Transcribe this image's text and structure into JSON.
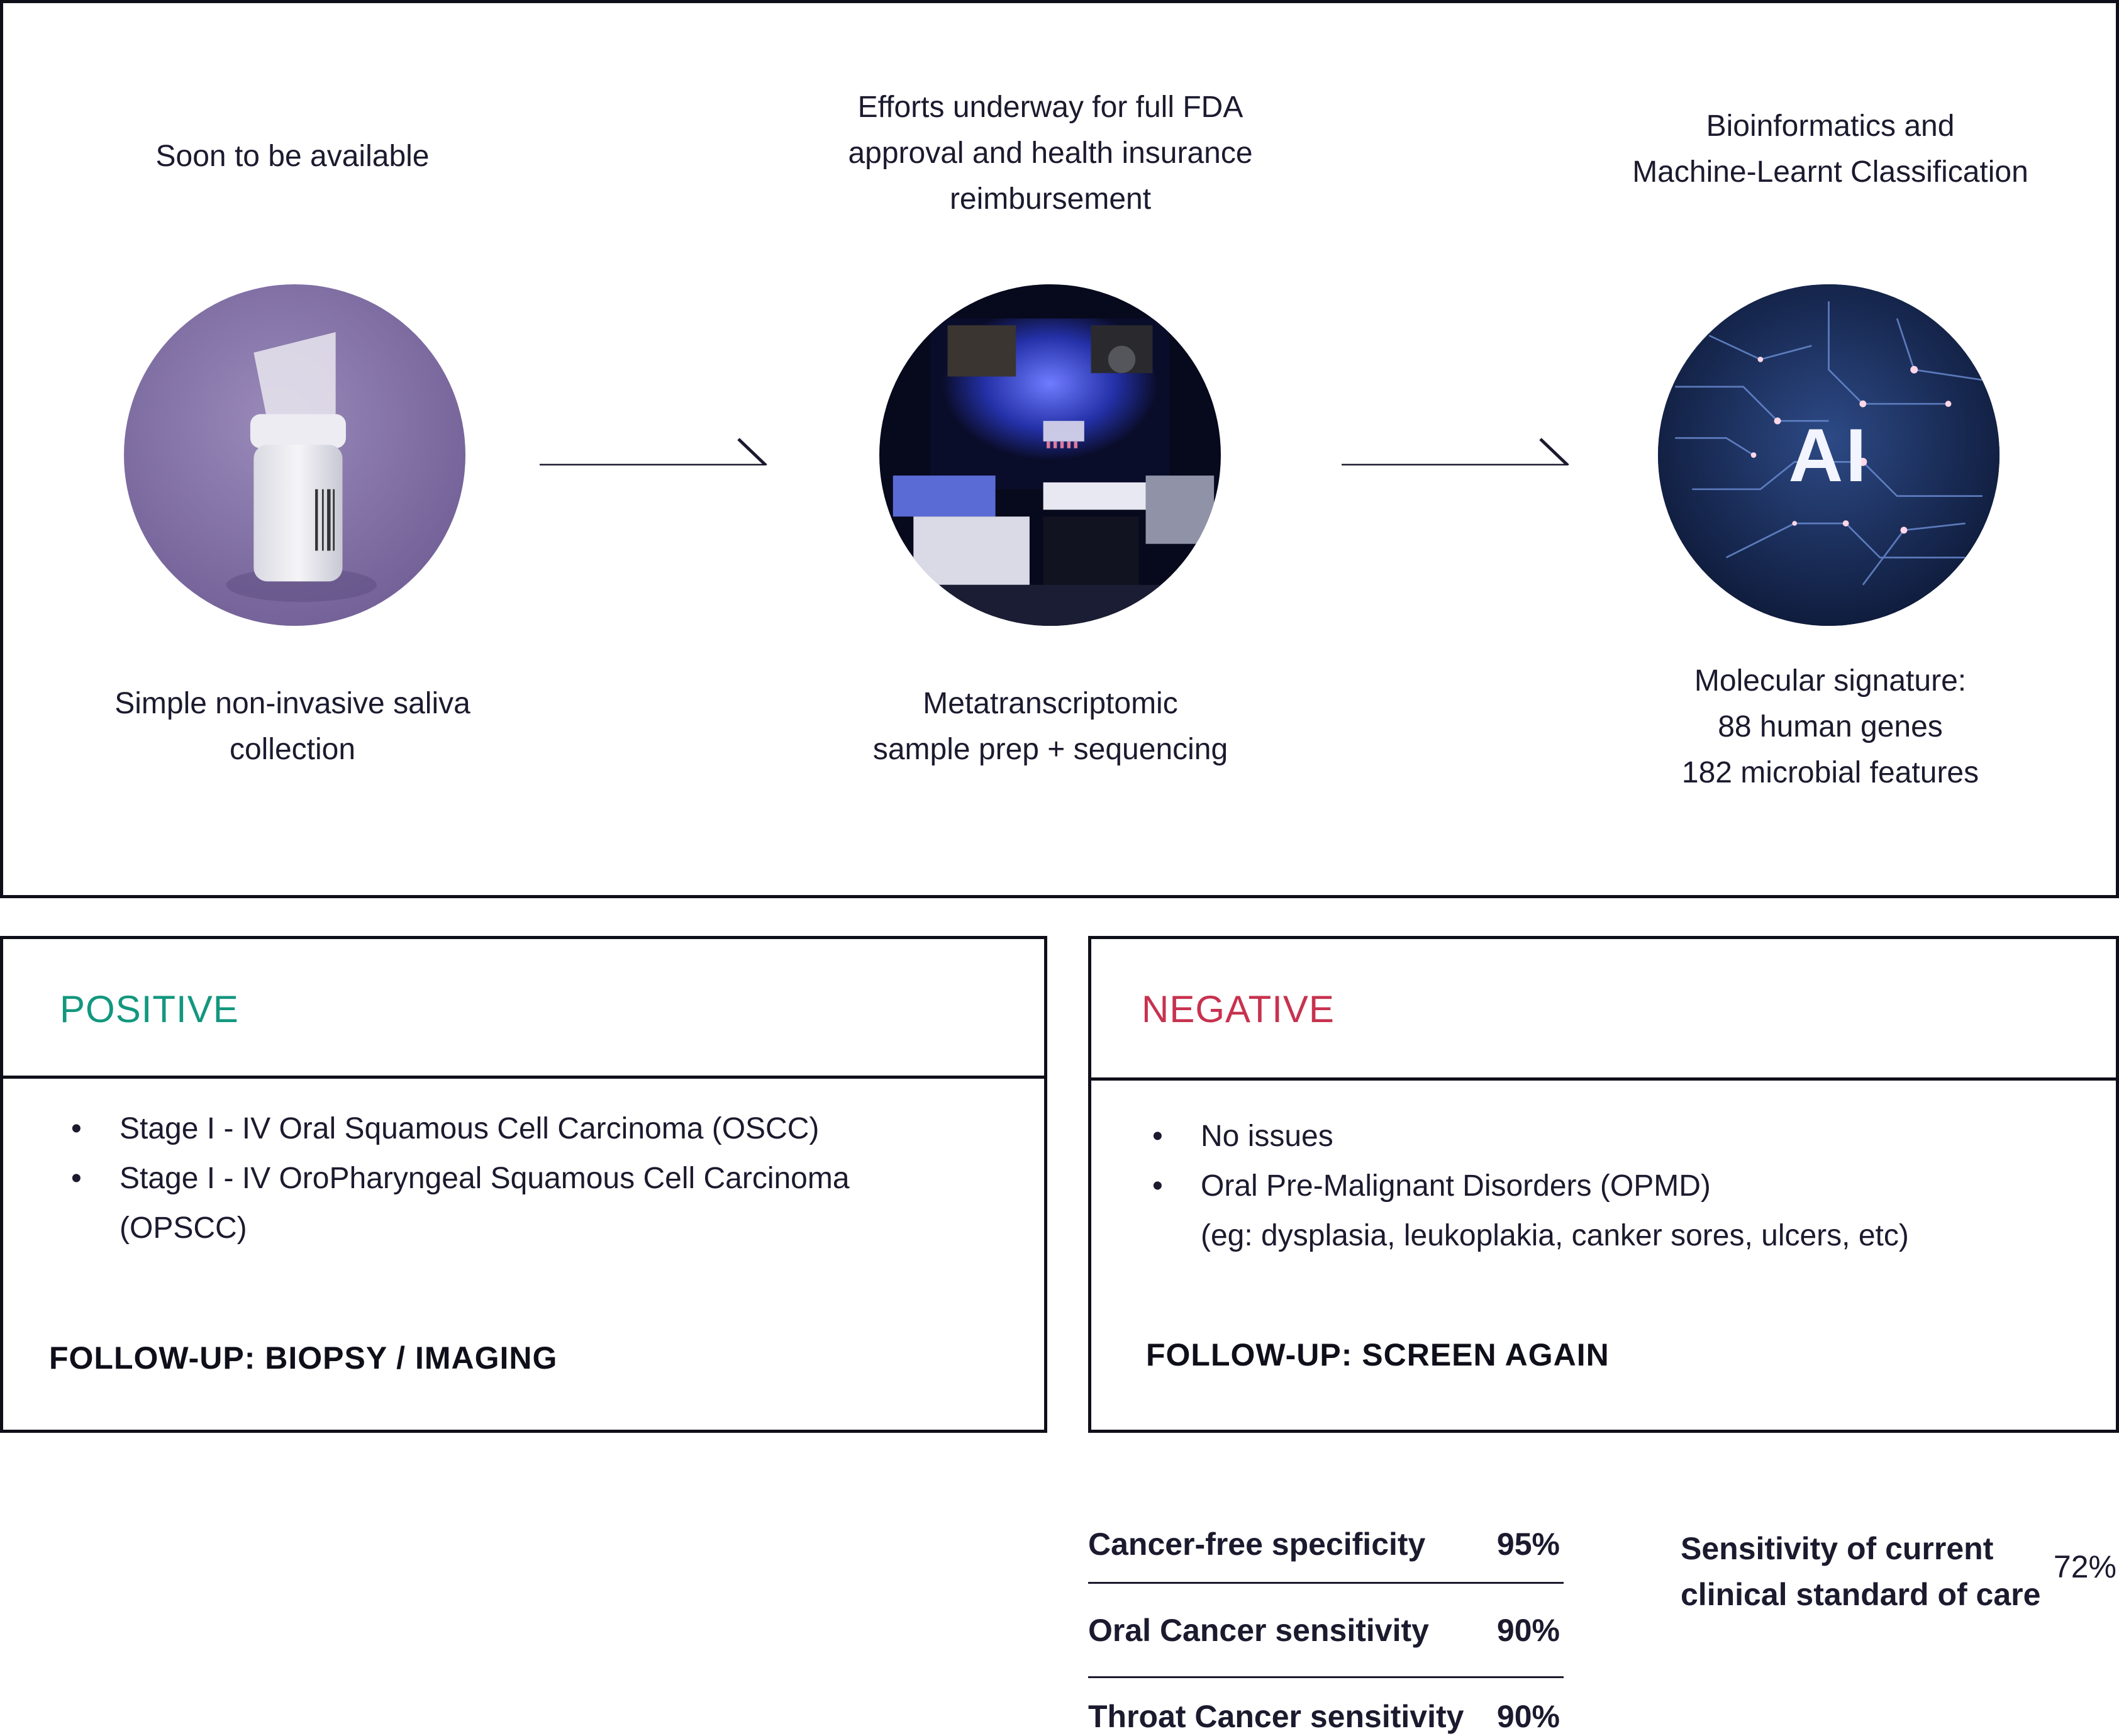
{
  "workflow": {
    "steps": [
      {
        "top_text": [
          "Soon to be available"
        ],
        "bottom_text": [
          "Simple non-invasive saliva",
          "collection"
        ]
      },
      {
        "top_text": [
          "Efforts underway for full FDA",
          "approval and health insurance",
          "reimbursement"
        ],
        "bottom_text": [
          "Metatranscriptomic",
          "sample prep + sequencing"
        ]
      },
      {
        "top_text": [
          "Bioinformatics and",
          "Machine-Learnt Classification"
        ],
        "bottom_text": [
          "Molecular signature:",
          "88 human genes",
          "182 microbial features"
        ],
        "image_label": "AI"
      }
    ]
  },
  "positive": {
    "title": "POSITIVE",
    "items": [
      "Stage I - IV Oral Squamous Cell Carcinoma (OSCC)",
      "Stage I - IV OroPharyngeal Squamous Cell Carcinoma",
      "(OPSCC)"
    ],
    "followup": "FOLLOW-UP: BIOPSY / IMAGING"
  },
  "negative": {
    "title": "NEGATIVE",
    "items": [
      "No issues",
      "Oral Pre-Malignant Disorders (OPMD)",
      "(eg: dysplasia, leukoplakia, canker sores, ulcers, etc)"
    ],
    "followup": "FOLLOW-UP: SCREEN AGAIN"
  },
  "stats": [
    {
      "label": "Cancer-free specificity",
      "value": "95%"
    },
    {
      "label": "Oral Cancer sensitivity",
      "value": "90%"
    },
    {
      "label": "Throat Cancer sensitivity",
      "value": "90%"
    }
  ],
  "standard_of_care": {
    "label_line1": "Sensitivity of current",
    "label_line2": "clinical standard of care",
    "value": "72%"
  },
  "colors": {
    "positive": "#13977f",
    "negative": "#c7324e",
    "border": "#0f0f1a"
  }
}
